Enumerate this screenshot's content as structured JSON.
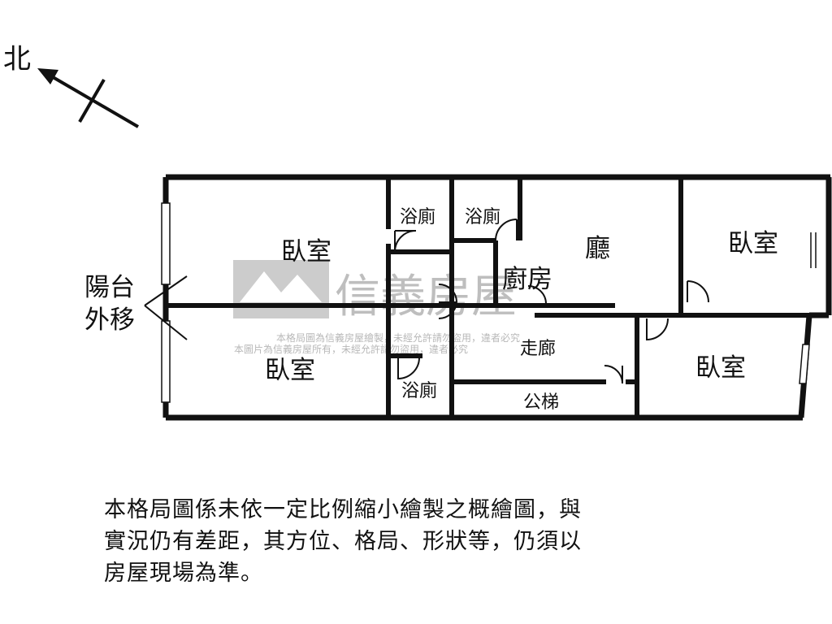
{
  "compass": {
    "label": "北"
  },
  "rooms": {
    "bedroom_nw": "臥室",
    "bedroom_sw": "臥室",
    "bedroom_ne": "臥室",
    "bedroom_se": "臥室",
    "bath_1": "浴廁",
    "bath_2": "浴廁",
    "bath_3": "浴廁",
    "living": "廳",
    "kitchen": "廚房",
    "corridor": "走廊",
    "elevator": "公梯"
  },
  "balcony": {
    "line1": "陽台",
    "line2": "外移"
  },
  "watermark": {
    "brand": "信義房屋",
    "line1": "本格局圖為信義房屋繪製，未經允許請勿盜用，違者必究",
    "line2": "本圖片為信義房屋所有，未經允許請勿盜用，違者必究"
  },
  "disclaimer": {
    "line1": "本格局圖係未依一定比例縮小繪製之概繪圖，與",
    "line2": "實況仍有差距，其方位、格局、形狀等，仍須以",
    "line3": "房屋現場為準。"
  }
}
